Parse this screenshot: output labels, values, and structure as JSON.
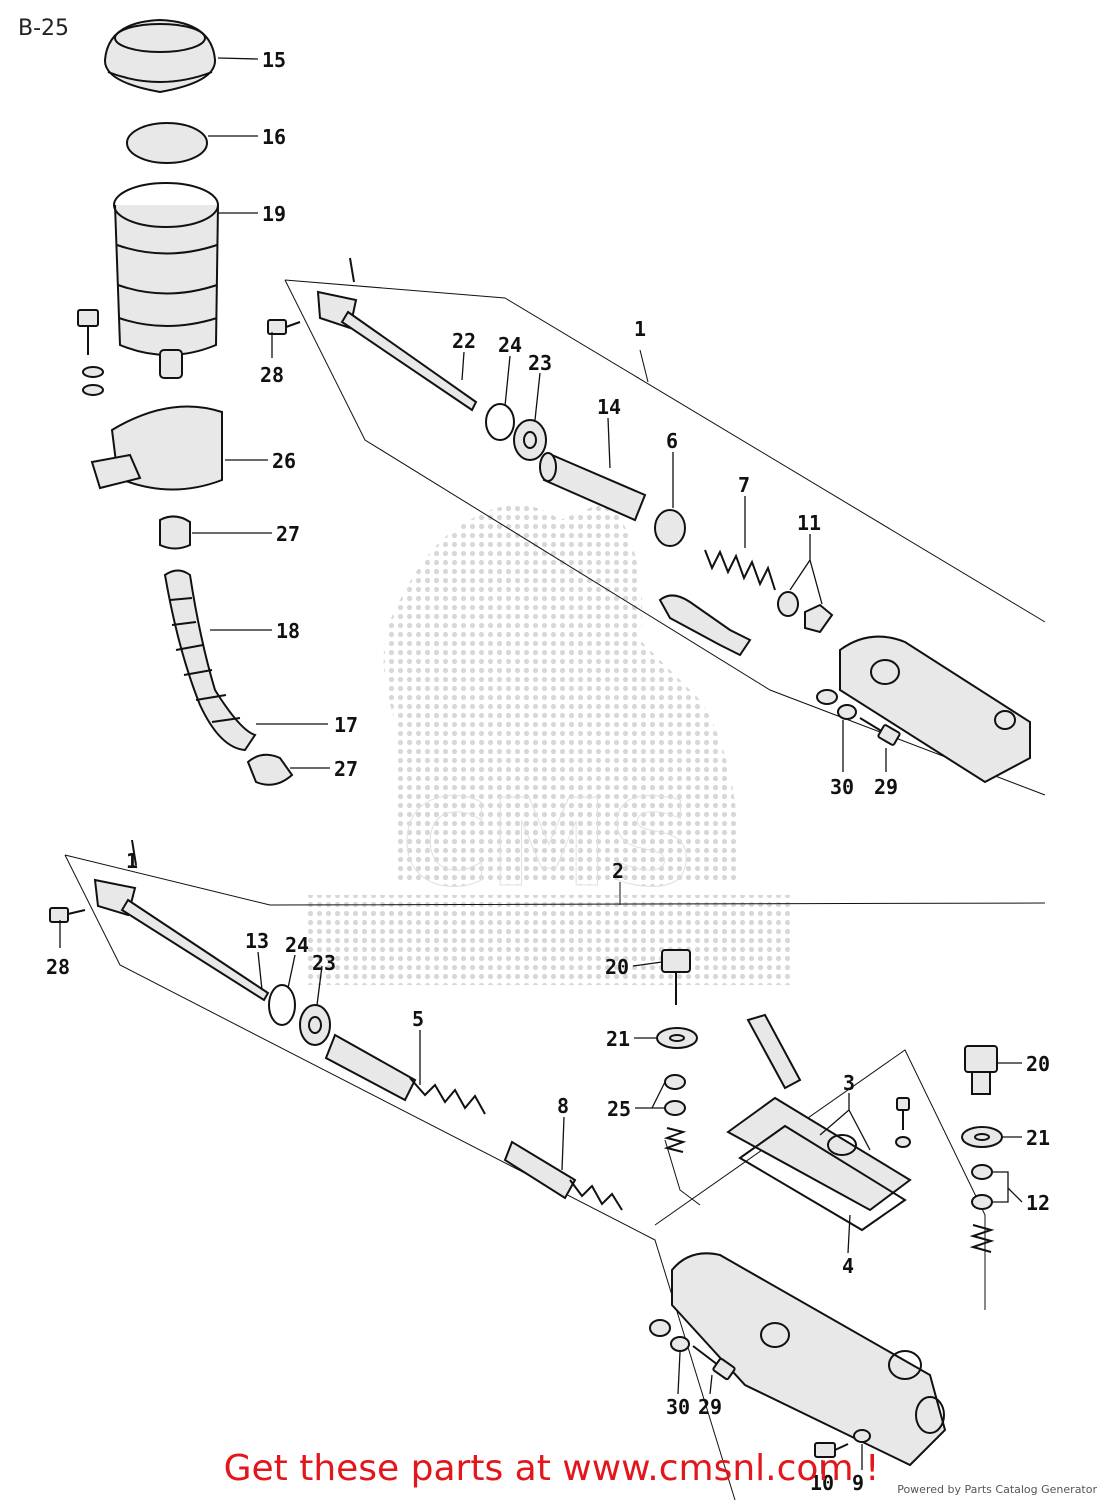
{
  "page_label": "B-25",
  "watermark": {
    "brand": "CMS",
    "logo": "cms-mascot-watermark"
  },
  "callouts": {
    "c15": "15",
    "c16": "16",
    "c19": "19",
    "c28a": "28",
    "c22": "22",
    "c24a": "24",
    "c23a": "23",
    "c1a": "1",
    "c14": "14",
    "c6": "6",
    "c7": "7",
    "c11": "11",
    "c26": "26",
    "c27a": "27",
    "c18": "18",
    "c17": "17",
    "c27b": "27",
    "c30a": "30",
    "c29a": "29",
    "c2": "2",
    "c28b": "28",
    "c13": "13",
    "c24b": "24",
    "c23b": "23",
    "c20a": "20",
    "c21a": "21",
    "c5": "5",
    "c8": "8",
    "c25": "25",
    "c3": "3",
    "c20b": "20",
    "c21b": "21",
    "c12": "12",
    "c4": "4",
    "c30b": "30",
    "c29b": "29",
    "c10": "10",
    "c9": "9",
    "c1b": "1"
  },
  "footer": {
    "banner": "Get these parts at www.cmsnl.com !",
    "powered_by": "Powered by Parts Catalog Generator"
  },
  "colors": {
    "banner": "#e3161b",
    "line": "#111111",
    "watermark": "#d9d9d9"
  }
}
